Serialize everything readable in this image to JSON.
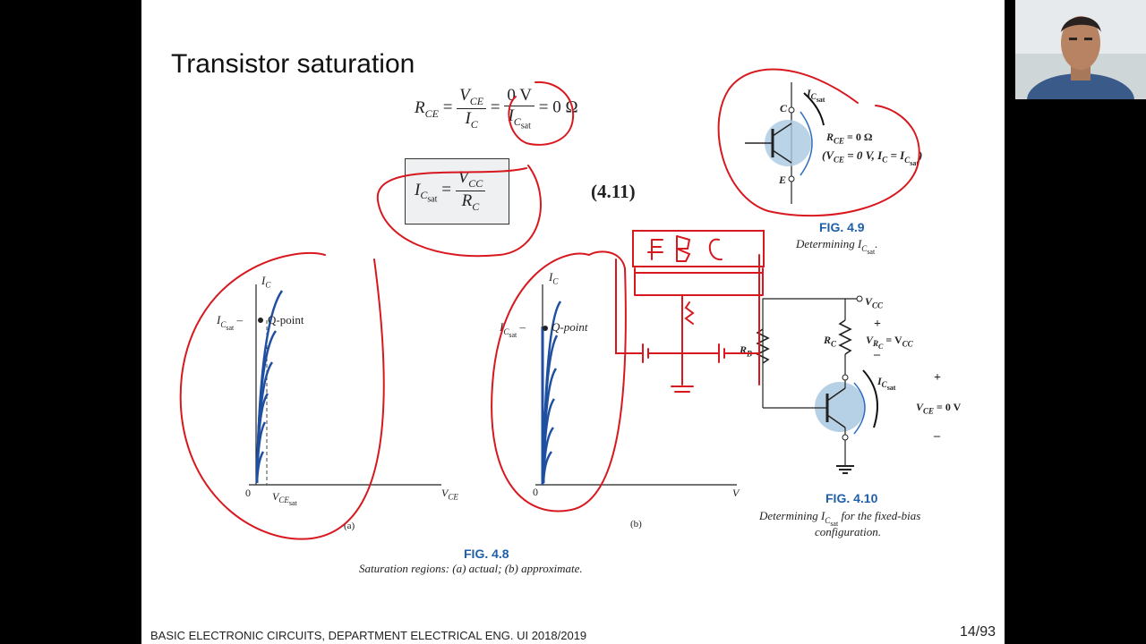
{
  "slide": {
    "title": "Transistor saturation",
    "footer": "BASIC ELECTRONIC CIRCUITS, DEPARTMENT ELECTRICAL ENG. UI 2018/2019",
    "page": "14/93"
  },
  "equations": {
    "rce_lhs": "R",
    "rce_lhs_sub": "CE",
    "eq1_num": "V",
    "eq1_num_sub": "CE",
    "eq1_den": "I",
    "eq1_den_sub": "C",
    "eq2_num": "0 V",
    "eq2_den": "I",
    "eq2_den_sub": "C",
    "eq2_den_subsub": "sat",
    "result": "0 Ω",
    "box_lhs": "I",
    "box_lhs_sub": "C",
    "box_lhs_subsub": "sat",
    "box_num": "V",
    "box_num_sub": "CC",
    "box_den": "R",
    "box_den_sub": "C",
    "eq_number": "(4.11)"
  },
  "fig48": {
    "caption": "FIG. 4.8",
    "description": "Saturation regions: (a) actual; (b) approximate.",
    "a": {
      "ylabel": "I",
      "ylabel_sub": "C",
      "sat_label": "I",
      "sat_sub": "C",
      "sat_subsub": "sat",
      "qpoint": "Q-point",
      "origin": "0",
      "xsat": "V",
      "xsat_sub": "CE",
      "xsat_subsub": "sat",
      "xlabel": "V",
      "xlabel_sub": "CE",
      "tag": "(a)"
    },
    "b": {
      "ylabel": "I",
      "ylabel_sub": "C",
      "sat_label": "I",
      "sat_sub": "C",
      "sat_subsub": "sat",
      "qpoint": "Q-point",
      "origin": "0",
      "xlabel": "V",
      "tag": "(b)"
    }
  },
  "fig49": {
    "caption": "FIG. 4.9",
    "description": "Determining I",
    "description_sub": "C",
    "description_subsub": "sat",
    "description_end": ".",
    "c_label": "C",
    "e_label": "E",
    "ic_label": "I",
    "ic_sub": "C",
    "ic_subsub": "sat",
    "rce_text": "R",
    "rce_sub": "CE",
    "rce_val": " = 0 Ω",
    "cond_text": "(V",
    "cond_sub": "CE",
    "cond_mid": " = 0 V, I",
    "cond_sub2": "C",
    "cond_mid2": " = I",
    "cond_sub3": "C",
    "cond_subsub3": "sat",
    "cond_end": ")"
  },
  "fig410": {
    "caption": "FIG. 4.10",
    "description_line1_pre": "Determining I",
    "description_line1_sub": "C",
    "description_line1_subsub": "sat",
    "description_line1_post": " for the fixed-bias",
    "description_line2": "configuration.",
    "vcc": "V",
    "vcc_sub": "CC",
    "rc": "R",
    "rc_sub": "C",
    "vrc": "V",
    "vrc_sub": "R",
    "vrc_subsub": "C",
    "vrc_eq": " = V",
    "vrc_eq_sub": "CC",
    "plus": "+",
    "minus": "–",
    "ic": "I",
    "ic_sub": "C",
    "ic_subsub": "sat",
    "vce": "V",
    "vce_sub": "CE",
    "vce_val": " = 0 V",
    "rb": "R",
    "rb_sub": "B"
  },
  "annotations": {
    "letters": [
      "E",
      "B",
      "C"
    ]
  },
  "colors": {
    "curve_blue": "#1f4fa0",
    "annotation_red": "#d8181f",
    "fig_caption_blue": "#1f5fa8",
    "transistor_fill": "#a9c8e0"
  }
}
